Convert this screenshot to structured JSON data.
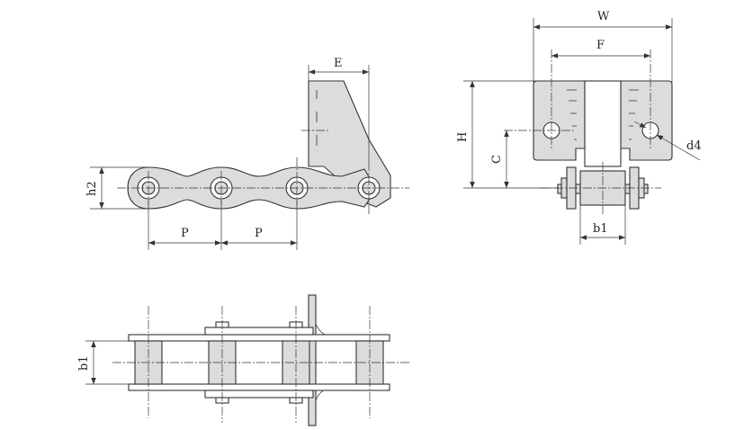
{
  "labels": {
    "E": "E",
    "h2": "h2",
    "P1": "P",
    "P2": "P",
    "W": "W",
    "F": "F",
    "H": "H",
    "C": "C",
    "d4": "d4",
    "b1_end": "b1",
    "b1_top": "b1"
  }
}
